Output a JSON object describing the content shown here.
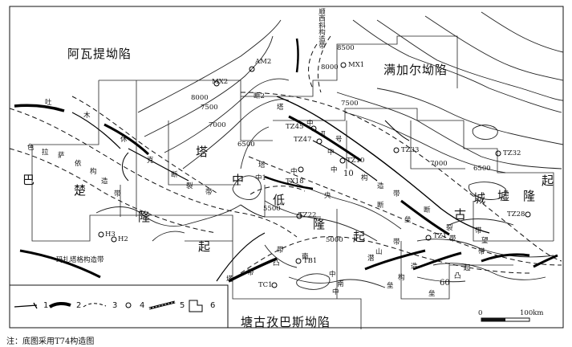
{
  "regions": {
    "awati": "阿瓦提坳陷",
    "manjiaer": "满加尔坳陷",
    "tanggubasi": "塘古孜巴斯坳陷"
  },
  "uplift_chars": {
    "bachu_ba": "巴",
    "bachu_chu": "楚",
    "bachu_long": "隆",
    "bachu_qi": "起",
    "tazhong_ta": "塔",
    "tazhong_zhong": "中",
    "tazhong_di": "低",
    "tazhong_long": "隆",
    "tazhong_qi": "起",
    "gucheng_qi": "起",
    "gucheng_long": "隆",
    "gucheng_xu": "墟",
    "gucheng_cheng": "城",
    "gucheng_gu": "古"
  },
  "fault_zone_chars": {
    "tumu_tu": "吐",
    "tumu_mu": "木",
    "tumu_xiu": "休",
    "tumu_ke": "克",
    "tumu_duan": "断",
    "tumu_lie": "裂",
    "tumu_dai": "带",
    "selayi_se": "色",
    "selayi_la": "拉",
    "selayi_sa": "萨",
    "selayi_yi": "依",
    "selayi_gou": "构",
    "selayi_zao": "造",
    "selayi_dai": "带",
    "tz10_zhong": "中",
    "tz10_shi": "10",
    "tz10_gou": "构",
    "tz10_zao": "造",
    "tz10_dai": "带",
    "cent_zhong": "中",
    "cent_yang": "央",
    "cent_duan": "断",
    "cent_lei": "垒",
    "cent_dai": "带",
    "tzsh_ta": "塔",
    "tzsh_zhong": "中",
    "tzsh_shan": "Ⅱ",
    "tzsh_hao": "号",
    "tzsh_duan": "断",
    "tzsh_lie": "裂",
    "tzsh_dai": "带",
    "tzsh_ta2": "塔",
    "tzsh_zhong2": "中",
    "south_zhong": "中",
    "south_nan": "南",
    "south_dai": "带",
    "south_shan": "山",
    "south_qian": "潜",
    "south_zao": "造",
    "south_gou": "构",
    "south_tu": "凸",
    "south_jiu": "60",
    "south_lei": "垒",
    "south_dai2": "带",
    "south_lei2": "垒",
    "south_zhong2": "中",
    "south_nan2": "南",
    "south_tu2": "凸",
    "south_qi": "起",
    "south_wang": "望",
    "south_dai3": "带",
    "south_ta": "塔",
    "hark": "玛扎塔格构造带",
    "east_jiu": "带",
    "shunxi_1": "顺",
    "shunxi_2": "西",
    "shunxi_3": "斜",
    "shunxi_4": "构",
    "shunxi_5": "造",
    "shunxi_6": "带",
    "duan2": "断2",
    "zhong1": "中1"
  },
  "wells": [
    {
      "name": "AM2"
    },
    {
      "name": "MX2"
    },
    {
      "name": "MX1"
    },
    {
      "name": "TZ45"
    },
    {
      "name": "TZ47"
    },
    {
      "name": "TZ10"
    },
    {
      "name": "TZ33"
    },
    {
      "name": "TZ32"
    },
    {
      "name": "TX18"
    },
    {
      "name": "TZ22"
    },
    {
      "name": "TZ1"
    },
    {
      "name": "TZ28"
    },
    {
      "name": "H3"
    },
    {
      "name": "H2"
    },
    {
      "name": "TB1"
    },
    {
      "name": "TC1"
    }
  ],
  "contours": [
    "8500",
    "8000",
    "8000",
    "7500",
    "7500",
    "7000",
    "7000",
    "6500",
    "6500",
    "5500",
    "5000"
  ],
  "legend": [
    "1",
    "2",
    "3",
    "4",
    "5",
    "6"
  ],
  "scale": {
    "zero": "0",
    "end": "100km"
  },
  "note": "注：底图采用T74构造图",
  "colors": {
    "line": "#111111",
    "fault": "#000000",
    "background": "#ffffff"
  }
}
